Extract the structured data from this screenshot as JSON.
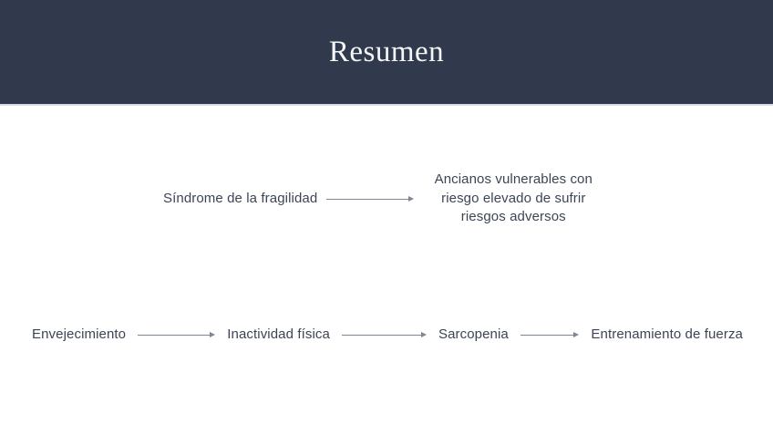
{
  "slide": {
    "title": "Resumen",
    "theme": {
      "header_bg": "#303a4c",
      "title_color": "#f5f6f8",
      "text_color": "#3c4555",
      "arrow_color": "#7d8694",
      "body_bg": "#ffffff",
      "divider_color": "#d9dde5"
    },
    "flow_top": {
      "source": "Síndrome de la fragilidad",
      "target_lines": {
        "0": "Ancianos vulnerables con",
        "1": "riesgo elevado de sufrir",
        "2": "riesgos adversos"
      }
    },
    "flow_bottom": {
      "items": {
        "0": "Envejecimiento",
        "1": "Inactividad física",
        "2": "Sarcopenia",
        "3": "Entrenamiento de fuerza"
      }
    }
  }
}
